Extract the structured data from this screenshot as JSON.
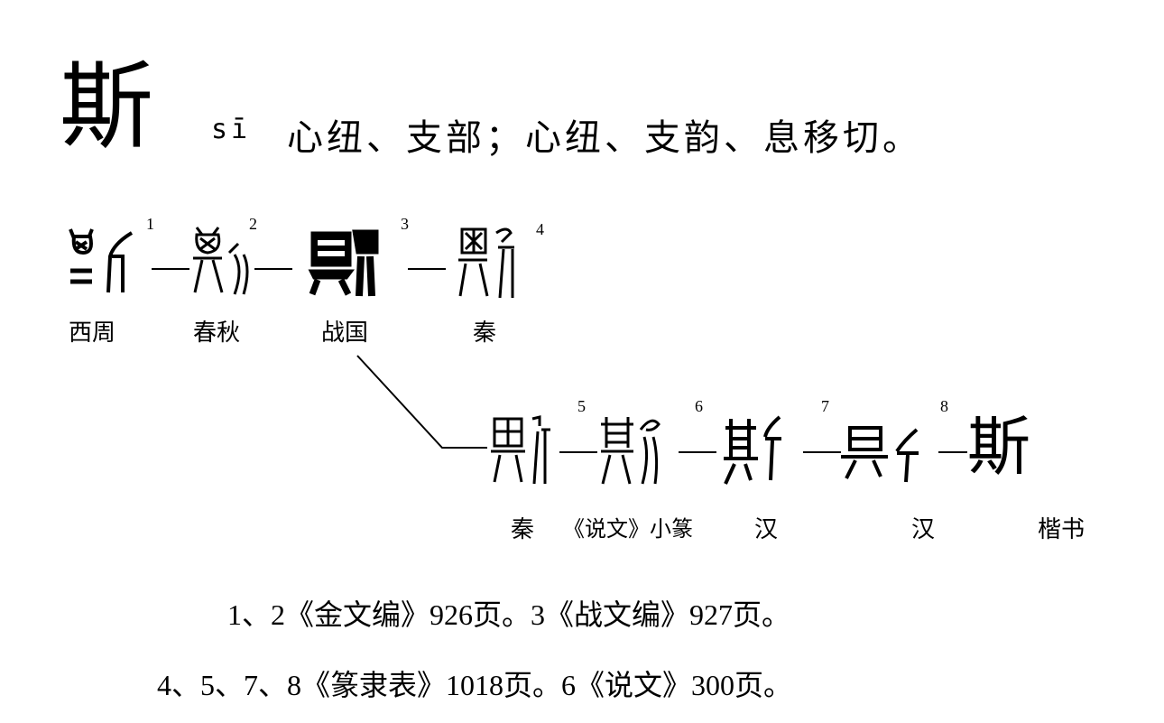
{
  "entry": {
    "character": "斯",
    "pinyin": "sī",
    "phonology": "心纽、支部；心纽、支韵、息移切。"
  },
  "evolution": {
    "row1": [
      {
        "index": "1",
        "era": "西周",
        "glyph": "bronze-glyph-1"
      },
      {
        "index": "2",
        "era": "春秋",
        "glyph": "bronze-glyph-2"
      },
      {
        "index": "3",
        "era": "战国",
        "glyph": "warring-states-glyph-3"
      },
      {
        "index": "4",
        "era": "秦",
        "glyph": "qin-glyph-4"
      }
    ],
    "row2": [
      {
        "index": "5",
        "era": "秦",
        "glyph": "qin-glyph-5"
      },
      {
        "index": "6",
        "era": "《说文》小篆",
        "glyph": "small-seal-glyph-6"
      },
      {
        "index": "7",
        "era": "汉",
        "glyph": "han-glyph-7"
      },
      {
        "index": "8",
        "era": "汉",
        "glyph": "han-glyph-8"
      },
      {
        "index": "",
        "era": "楷书",
        "glyph": "斯"
      }
    ]
  },
  "references": {
    "line1": "1、2《金文编》926页。3《战文编》927页。",
    "line2": "4、5、7、8《篆隶表》1018页。6《说文》300页。"
  }
}
